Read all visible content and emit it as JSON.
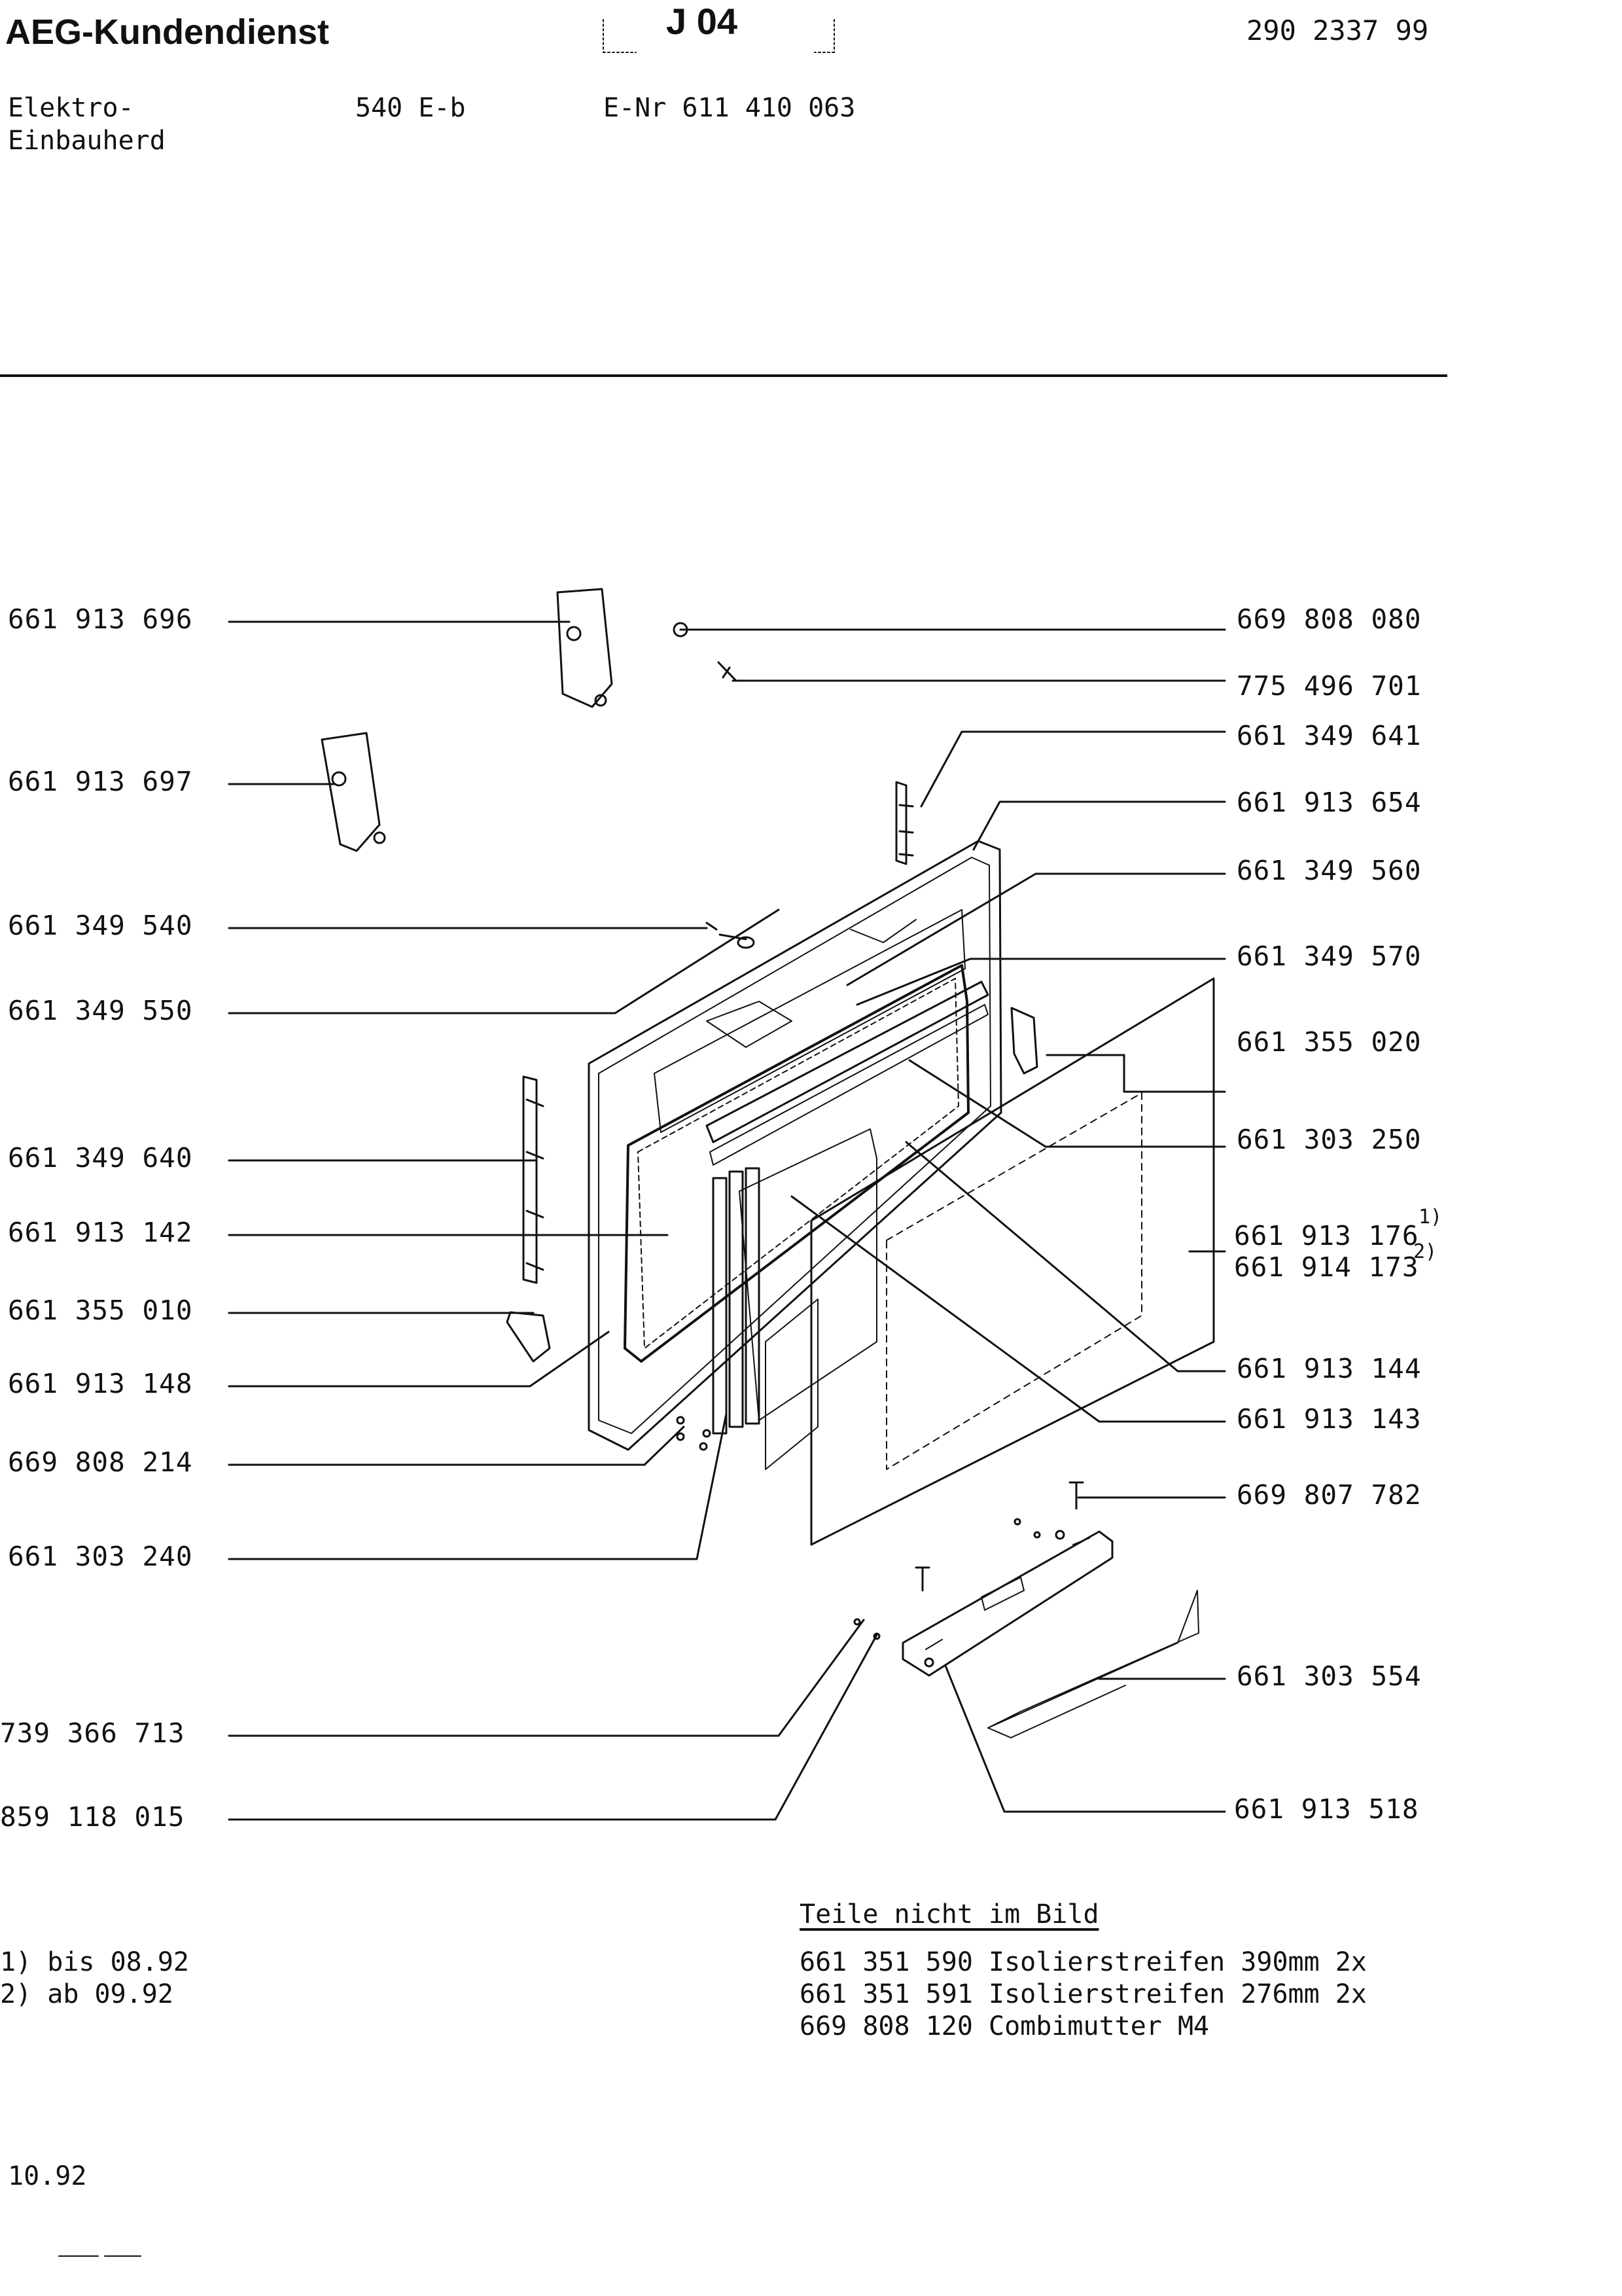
{
  "header": {
    "brand": "AEG-Kundendienst",
    "page_code": "J 04",
    "doc_number": "290 2337 99"
  },
  "product": {
    "type_line1": "Elektro-",
    "type_line2": "Einbauherd",
    "model": "540 E-b",
    "enr": "E-Nr 611 410 063"
  },
  "parts_left": [
    "661 913 696",
    "661 913 697",
    "661 349 540",
    "661 349 550",
    "661 349 640",
    "661 913 142",
    "661 355 010",
    "661 913 148",
    "669 808 214",
    "661 303 240",
    "739 366 713",
    "859 118 015"
  ],
  "parts_right": [
    "669 808 080",
    "775 496 701",
    "661 349 641",
    "661 913 654",
    "661 349 560",
    "661 349 570",
    "661 355 020",
    "661 303 250",
    "661 913 176",
    "661 914 173",
    "661 913 144",
    "661 913 143",
    "669 807 782",
    "661 303 554",
    "661 913 518"
  ],
  "superscripts": [
    "1)",
    "2)"
  ],
  "footnotes": [
    "1) bis 08.92",
    "2) ab  09.92"
  ],
  "not_shown": {
    "heading": "Teile nicht im Bild",
    "items": [
      "661 351 590 Isolierstreifen 390mm 2x",
      "661 351 591 Isolierstreifen 276mm 2x",
      "669 808 120 Combimutter M4"
    ]
  },
  "date": "10.92"
}
